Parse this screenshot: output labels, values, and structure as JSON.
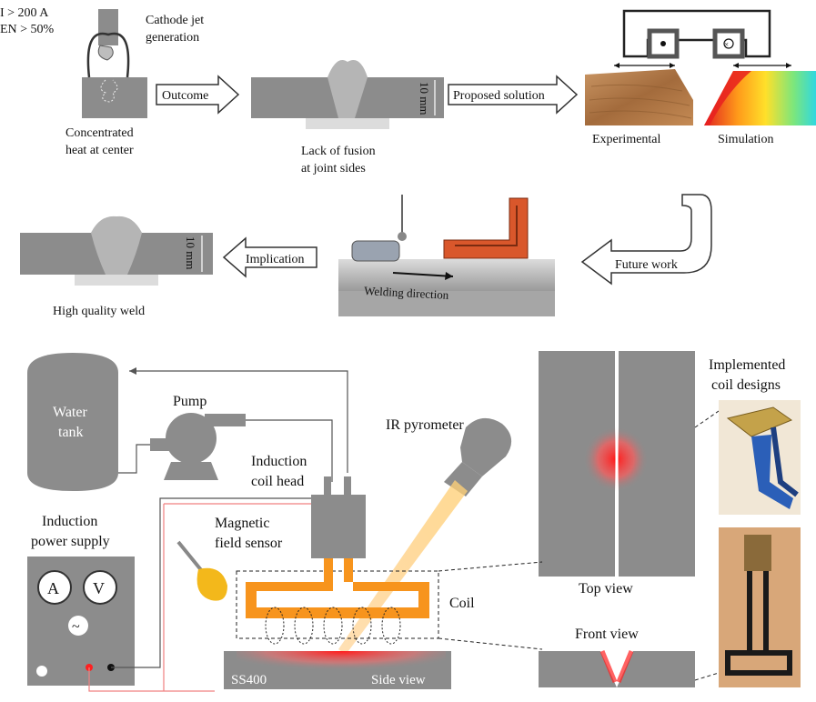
{
  "top_panel": {
    "current_line1": "I > 200 A",
    "current_line2": "EN > 50%",
    "cathode_line1": "Cathode jet",
    "cathode_line2": "generation",
    "heat_line1": "Concentrated",
    "heat_line2": "heat at center",
    "outcome": "Outcome",
    "thickness_10mm": "10 mm",
    "fusion_line1": "Lack of fusion",
    "fusion_line2": "at joint sides",
    "proposed_solution": "Proposed solution",
    "experimental": "Experimental",
    "simulation": "Simulation",
    "future_work": "Future work",
    "welding_direction": "Welding direction",
    "implication": "Implication",
    "thickness_10mm_2": "10 mm",
    "high_quality": "High quality weld"
  },
  "bottom_panel": {
    "water_line1": "Water",
    "water_line2": "tank",
    "pump": "Pump",
    "ir_pyrometer": "IR pyrometer",
    "coil_head_line1": "Induction",
    "coil_head_line2": "coil head",
    "supply_line1": "Induction",
    "supply_line2": "power supply",
    "ammeter": "A",
    "voltmeter": "V",
    "ac_symbol": "~",
    "sensor_line1": "Magnetic",
    "sensor_line2": "field sensor",
    "coil": "Coil",
    "material": "SS400",
    "side_view": "Side view",
    "top_view": "Top view",
    "front_view": "Front view",
    "implemented_line1": "Implemented",
    "implemented_line2": "coil designs"
  },
  "colors": {
    "steel": "#8c8c8c",
    "coil_orange": "#f7941d",
    "heat_red": "#ff2020",
    "sensor_yellow": "#f3b81b",
    "wire_red": "#f08080",
    "photo_wood": "#b07a48",
    "photo_blue": "#2b5fb8"
  }
}
